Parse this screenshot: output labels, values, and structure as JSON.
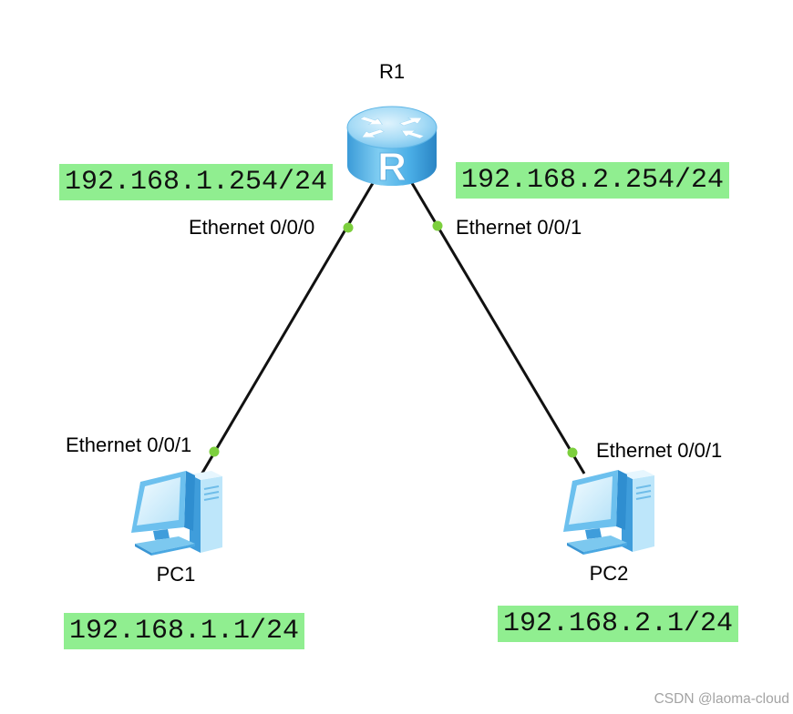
{
  "diagram": {
    "devices": {
      "r1": {
        "name": "R1",
        "icon": "router-icon",
        "icon_letter": "R"
      },
      "pc1": {
        "name": "PC1",
        "icon": "pc-icon"
      },
      "pc2": {
        "name": "PC2",
        "icon": "pc-icon"
      }
    },
    "interfaces": {
      "r1_e000": "Ethernet 0/0/0",
      "r1_e001": "Ethernet 0/0/1",
      "pc1_e001": "Ethernet 0/0/1",
      "pc2_e001": "Ethernet 0/0/1"
    },
    "addresses": {
      "r1_e000": "192.168.1.254/24",
      "r1_e001": "192.168.2.254/24",
      "pc1": "192.168.1.1/24",
      "pc2": "192.168.2.1/24"
    }
  },
  "watermark": "CSDN @laoma-cloud",
  "colors": {
    "background": "#ffffff",
    "address_label_bg": "#90ee90",
    "port_dot": "#7ccf3d",
    "link": "#111111",
    "device_blue": "#4aaee6"
  }
}
